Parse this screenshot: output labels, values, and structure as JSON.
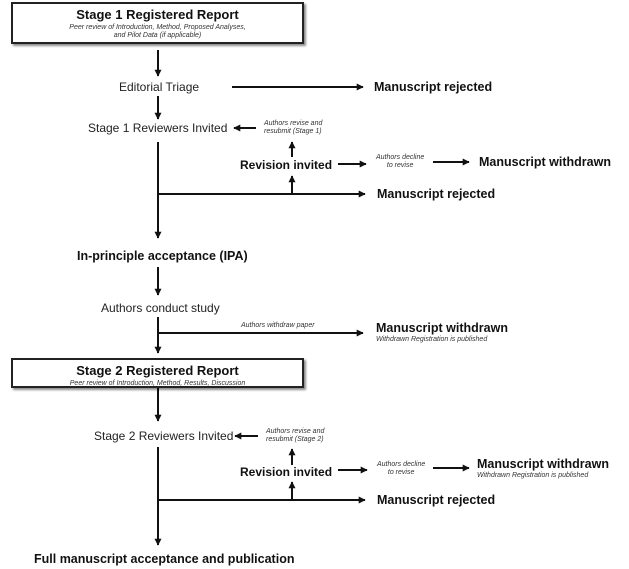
{
  "stage1": {
    "title": "Stage 1 Registered Report",
    "subtitle_line1": "Peer review of Introduction, Method, Proposed Analyses,",
    "subtitle_line2": "and Pilot Data (if applicable)"
  },
  "editorial_triage": "Editorial Triage",
  "manuscript_rejected_1": "Manuscript rejected",
  "stage1_reviewers": "Stage 1 Reviewers Invited",
  "authors_revise_1_line1": "Authors revise and",
  "authors_revise_1_line2": "resubmit (Stage 1)",
  "revision_invited_1": "Revision invited",
  "authors_decline_1_line1": "Authors decline",
  "authors_decline_1_line2": "to revise",
  "manuscript_withdrawn_1": "Manuscript withdrawn",
  "manuscript_rejected_2": "Manuscript rejected",
  "ipa": "In-principle acceptance (IPA)",
  "authors_conduct": "Authors conduct study",
  "authors_withdraw_paper": "Authors withdraw paper",
  "manuscript_withdrawn_2": "Manuscript withdrawn",
  "withdrawn_registration_1": "Withdrawn Registration is published",
  "stage2": {
    "title": "Stage 2 Registered Report",
    "subtitle": "Peer review of Introduction, Method, Results, Discussion"
  },
  "stage2_reviewers": "Stage 2 Reviewers Invited",
  "authors_revise_2_line1": "Authors revise and",
  "authors_revise_2_line2": "resubmit (Stage 2)",
  "revision_invited_2": "Revision invited",
  "authors_decline_2_line1": "Authors decline",
  "authors_decline_2_line2": "to revise",
  "manuscript_withdrawn_3": "Manuscript withdrawn",
  "withdrawn_registration_2": "Withdrawn Registration is published",
  "manuscript_rejected_3": "Manuscript rejected",
  "final": "Full manuscript acceptance and publication"
}
